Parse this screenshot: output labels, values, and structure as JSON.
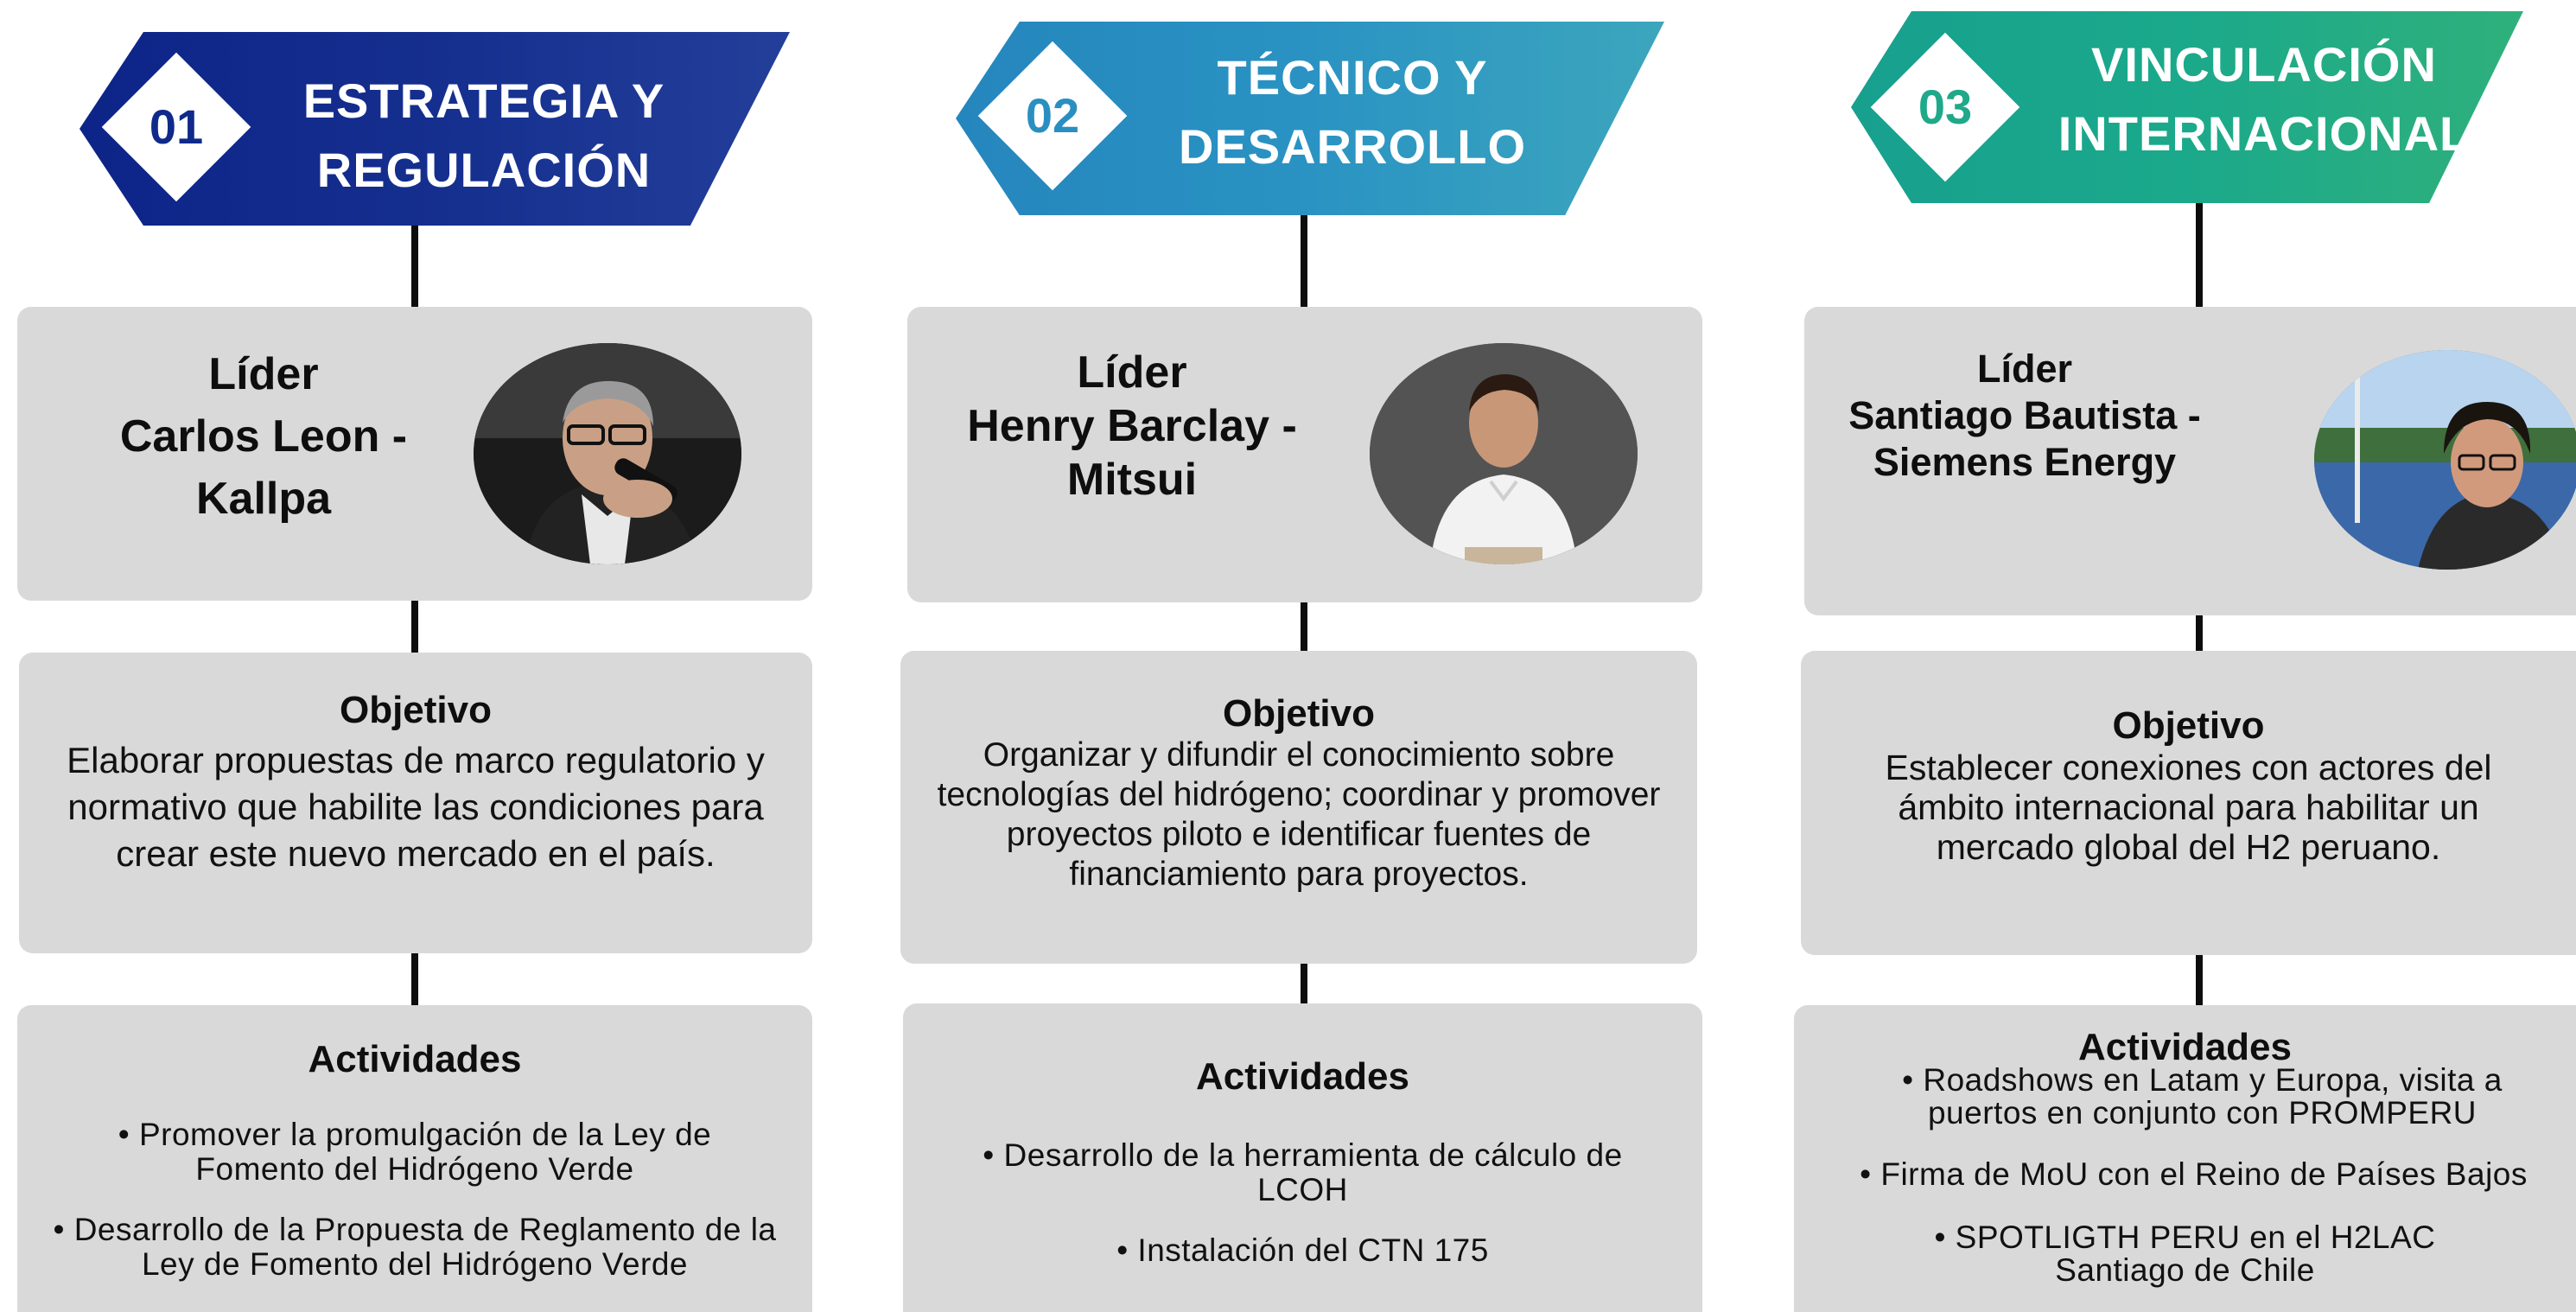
{
  "columns": [
    {
      "number": "01",
      "title_line1": "ESTRATEGIA Y",
      "title_line2": "REGULACIÓN",
      "accent": "#0f2a8a",
      "leader_label": "Líder",
      "leader_name_line1": "Carlos Leon -",
      "leader_name_line2": "Kallpa",
      "objective_title": "Objetivo",
      "objective_text": "Elaborar propuestas de marco regulatorio y normativo que habilite las condiciones para crear este nuevo mercado en el país.",
      "activities_title": "Actividades",
      "activities": [
        "• Promover la promulgación de la Ley de Fomento del Hidrógeno Verde",
        "• Desarrollo de la Propuesta de Reglamento de la Ley de Fomento del Hidrógeno Verde"
      ]
    },
    {
      "number": "02",
      "title_line1": "TÉCNICO Y",
      "title_line2": "DESARROLLO",
      "accent": "#2a8fc0",
      "leader_label": "Líder",
      "leader_name_line1": "Henry Barclay -",
      "leader_name_line2": "Mitsui",
      "objective_title": "Objetivo",
      "objective_text": "Organizar y difundir el conocimiento sobre tecnologías del hidrógeno; coordinar y promover proyectos piloto e identificar fuentes de financiamiento para proyectos.",
      "activities_title": "Actividades",
      "activities": [
        "• Desarrollo de la herramienta de cálculo de LCOH",
        "• Instalación del CTN 175"
      ]
    },
    {
      "number": "03",
      "title_line1": "VINCULACIÓN",
      "title_line2": "INTERNACIONAL",
      "accent": "#1fa98a",
      "leader_label": "Líder",
      "leader_name_line1": "Santiago Bautista -",
      "leader_name_line2": "Siemens Energy",
      "objective_title": "Objetivo",
      "objective_text": "Establecer conexiones con actores del ámbito internacional para habilitar un mercado global del H2 peruano.",
      "activities_title": "Actividades",
      "activities": [
        "• Roadshows en Latam y Europa, visita a puertos en conjunto con PROMPERU",
        "• Firma de MoU con el Reino de Países Bajos",
        "• SPOTLIGTH PERU en el H2LAC Santiago de Chile"
      ]
    }
  ]
}
